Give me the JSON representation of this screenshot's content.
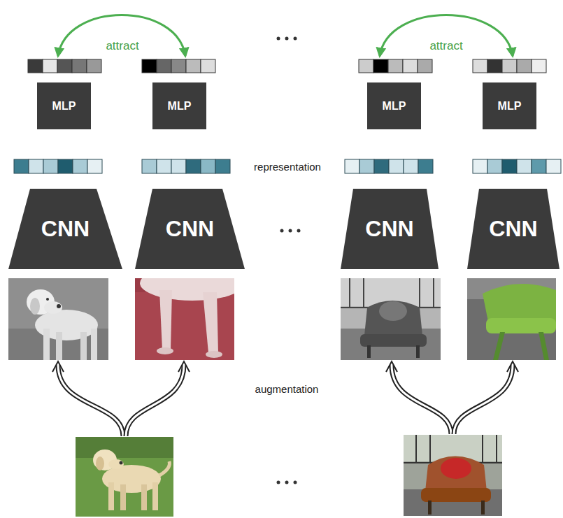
{
  "diagram": {
    "nodes": [
      {
        "text": [
          "MLP"
        ]
      },
      {
        "text": [
          "MLP"
        ]
      },
      {
        "text": [
          "MLP"
        ]
      },
      {
        "text": [
          "MLP"
        ]
      },
      {
        "text": [
          "CNN"
        ]
      },
      {
        "text": [
          "CNN"
        ]
      },
      {
        "text": [
          "CNN"
        ]
      },
      {
        "text": [
          "CNN"
        ]
      }
    ],
    "labels": [
      "attract",
      "attract",
      "representation",
      "augmentation"
    ]
  }
}
